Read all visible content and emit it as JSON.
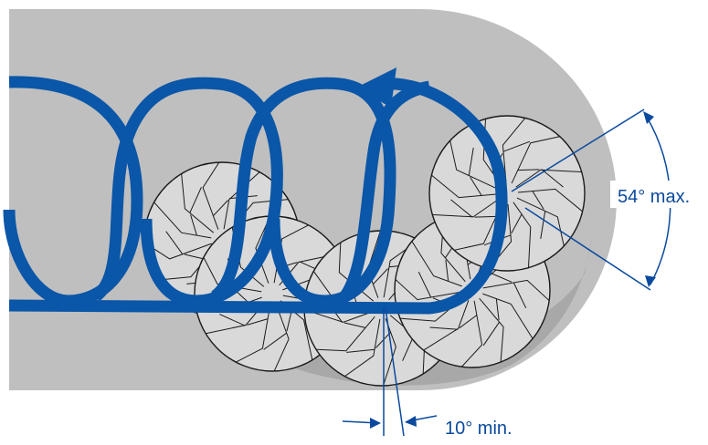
{
  "labels": {
    "max_angle": "54° max.",
    "min_angle": "10° min."
  },
  "angles": {
    "max_deg": 54,
    "min_deg": 10
  },
  "colors": {
    "background_panel": "#bfbfbf",
    "panel_shadow": "#a8a8a8",
    "disc_fill": "#d9d9d9",
    "disc_stroke": "#1a1a1a",
    "spiral": "#0a56a8",
    "dimension_line": "#0a4a9e"
  },
  "icons": {
    "spiral_arrow": "circular-arrow-icon"
  }
}
